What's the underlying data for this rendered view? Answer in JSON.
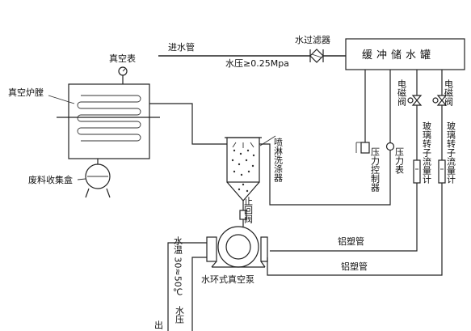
{
  "labels": {
    "inlet_pipe": "进水管",
    "water_filter": "水过滤器",
    "buffer_tank": "缓冲储水罐",
    "water_pressure": "水压≥0.25Mpa",
    "vacuum_gauge": "真空表",
    "vacuum_furnace": "真空炉膛",
    "waste_box": "废料收集盒",
    "spray_scrubber": "喷淋洗涤器",
    "solenoid_valve_1": "电磁阀",
    "solenoid_valve_2": "电磁阀",
    "pressure_controller": "压力控制器",
    "pressure_gauge": "压力表",
    "rotameter_1": "玻璃转子流量计",
    "rotameter_2": "玻璃转子流量计",
    "check_valve": "止回阀",
    "alu_plastic_pipe_1": "铝塑管",
    "alu_plastic_pipe_2": "铝塑管",
    "liquid_ring_pump": "水环式真空泵",
    "water_temp": "水温 30≈50℃",
    "water_pressure_bottom": "水压",
    "cut_off_char": "出"
  }
}
